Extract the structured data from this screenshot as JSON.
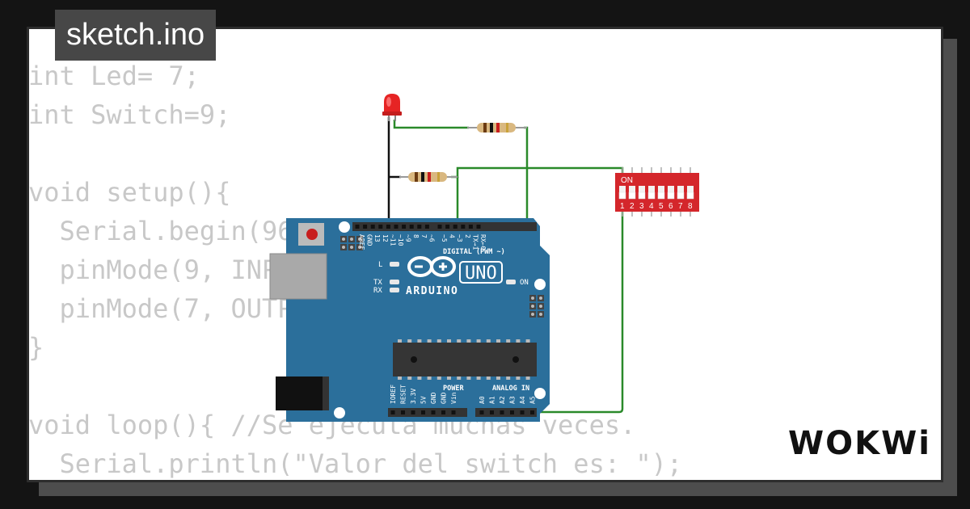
{
  "title": "sketch.ino",
  "code_lines": [
    "int Led= 7;",
    "int Switch=9;",
    "",
    "void setup(){",
    "  Serial.begin(9600);",
    "  pinMode(9, INPUT);",
    "  pinMode(7, OUTPUT);",
    "}",
    "",
    "void loop(){ //Se ejecuta muchas veces.",
    "  Serial.println(\"Valor del switch es: \");"
  ],
  "board": {
    "brand": "ARDUINO",
    "model": "UNO",
    "digital_label": "DIGITAL (PWM ~)",
    "power_label": "POWER",
    "analog_label": "ANALOG IN",
    "on_label": "ON",
    "l_label": "L",
    "tx_label": "TX",
    "rx_label": "RX",
    "top_pins": [
      "AREF",
      "GND",
      "13",
      "12",
      "~11",
      "~10",
      "~9",
      "8",
      "7",
      "~6",
      "~5",
      "4",
      "~3",
      "2",
      "TX→1",
      "RX←0"
    ],
    "power_pins": [
      "IOREF",
      "RESET",
      "3.3V",
      "5V",
      "GND",
      "GND",
      "Vin"
    ],
    "analog_pins": [
      "A0",
      "A1",
      "A2",
      "A3",
      "A4",
      "A5"
    ]
  },
  "dip_switch": {
    "on_label": "ON",
    "numbers": [
      "1",
      "2",
      "3",
      "4",
      "5",
      "6",
      "7",
      "8"
    ]
  },
  "colors": {
    "board": "#2b6f9b",
    "wire_green": "#2a8a2a",
    "wire_black": "#111111",
    "led_red": "#e62424",
    "dip_red": "#d4262b"
  },
  "logo": "WOKWi"
}
